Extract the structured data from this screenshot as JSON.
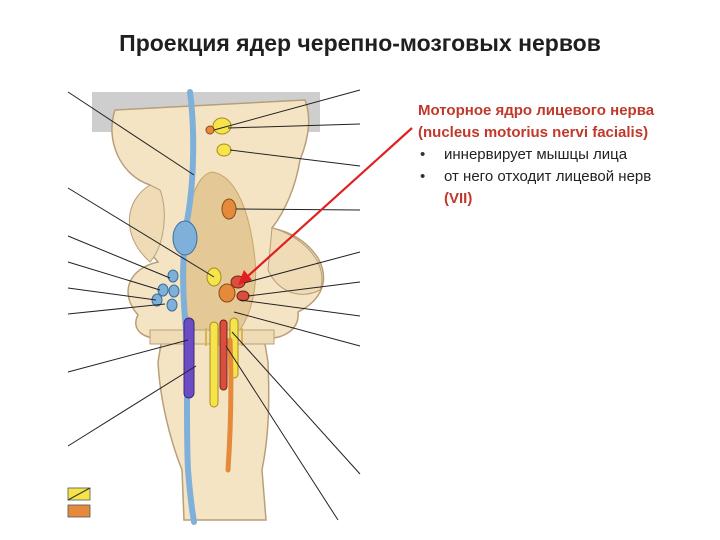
{
  "slide": {
    "title": "Проекция ядер черепно-мозговых нервов"
  },
  "caption": {
    "heading_ru": "Моторное ядро лицевого нерва",
    "heading_lat": "(nucleus motorius nervi facialis)",
    "bullets": [
      "иннервирует мышцы лица",
      "от него отходит лицевой нерв"
    ],
    "nerve_number": "(VII)"
  },
  "colors": {
    "brain_fill": "#f4e4c4",
    "brain_outline": "#b79f79",
    "fossa_fill": "#e4c896",
    "sensory_blue": "#7fb0d9",
    "motor_yellow": "#f6e54a",
    "motor_orange": "#e58a3a",
    "motor_red": "#d94f3e",
    "violet": "#6c4cc4",
    "arrow_red": "#e02020"
  },
  "icons": {
    "legend_top": "yellow-swatch",
    "legend_bottom": "orange-swatch"
  }
}
